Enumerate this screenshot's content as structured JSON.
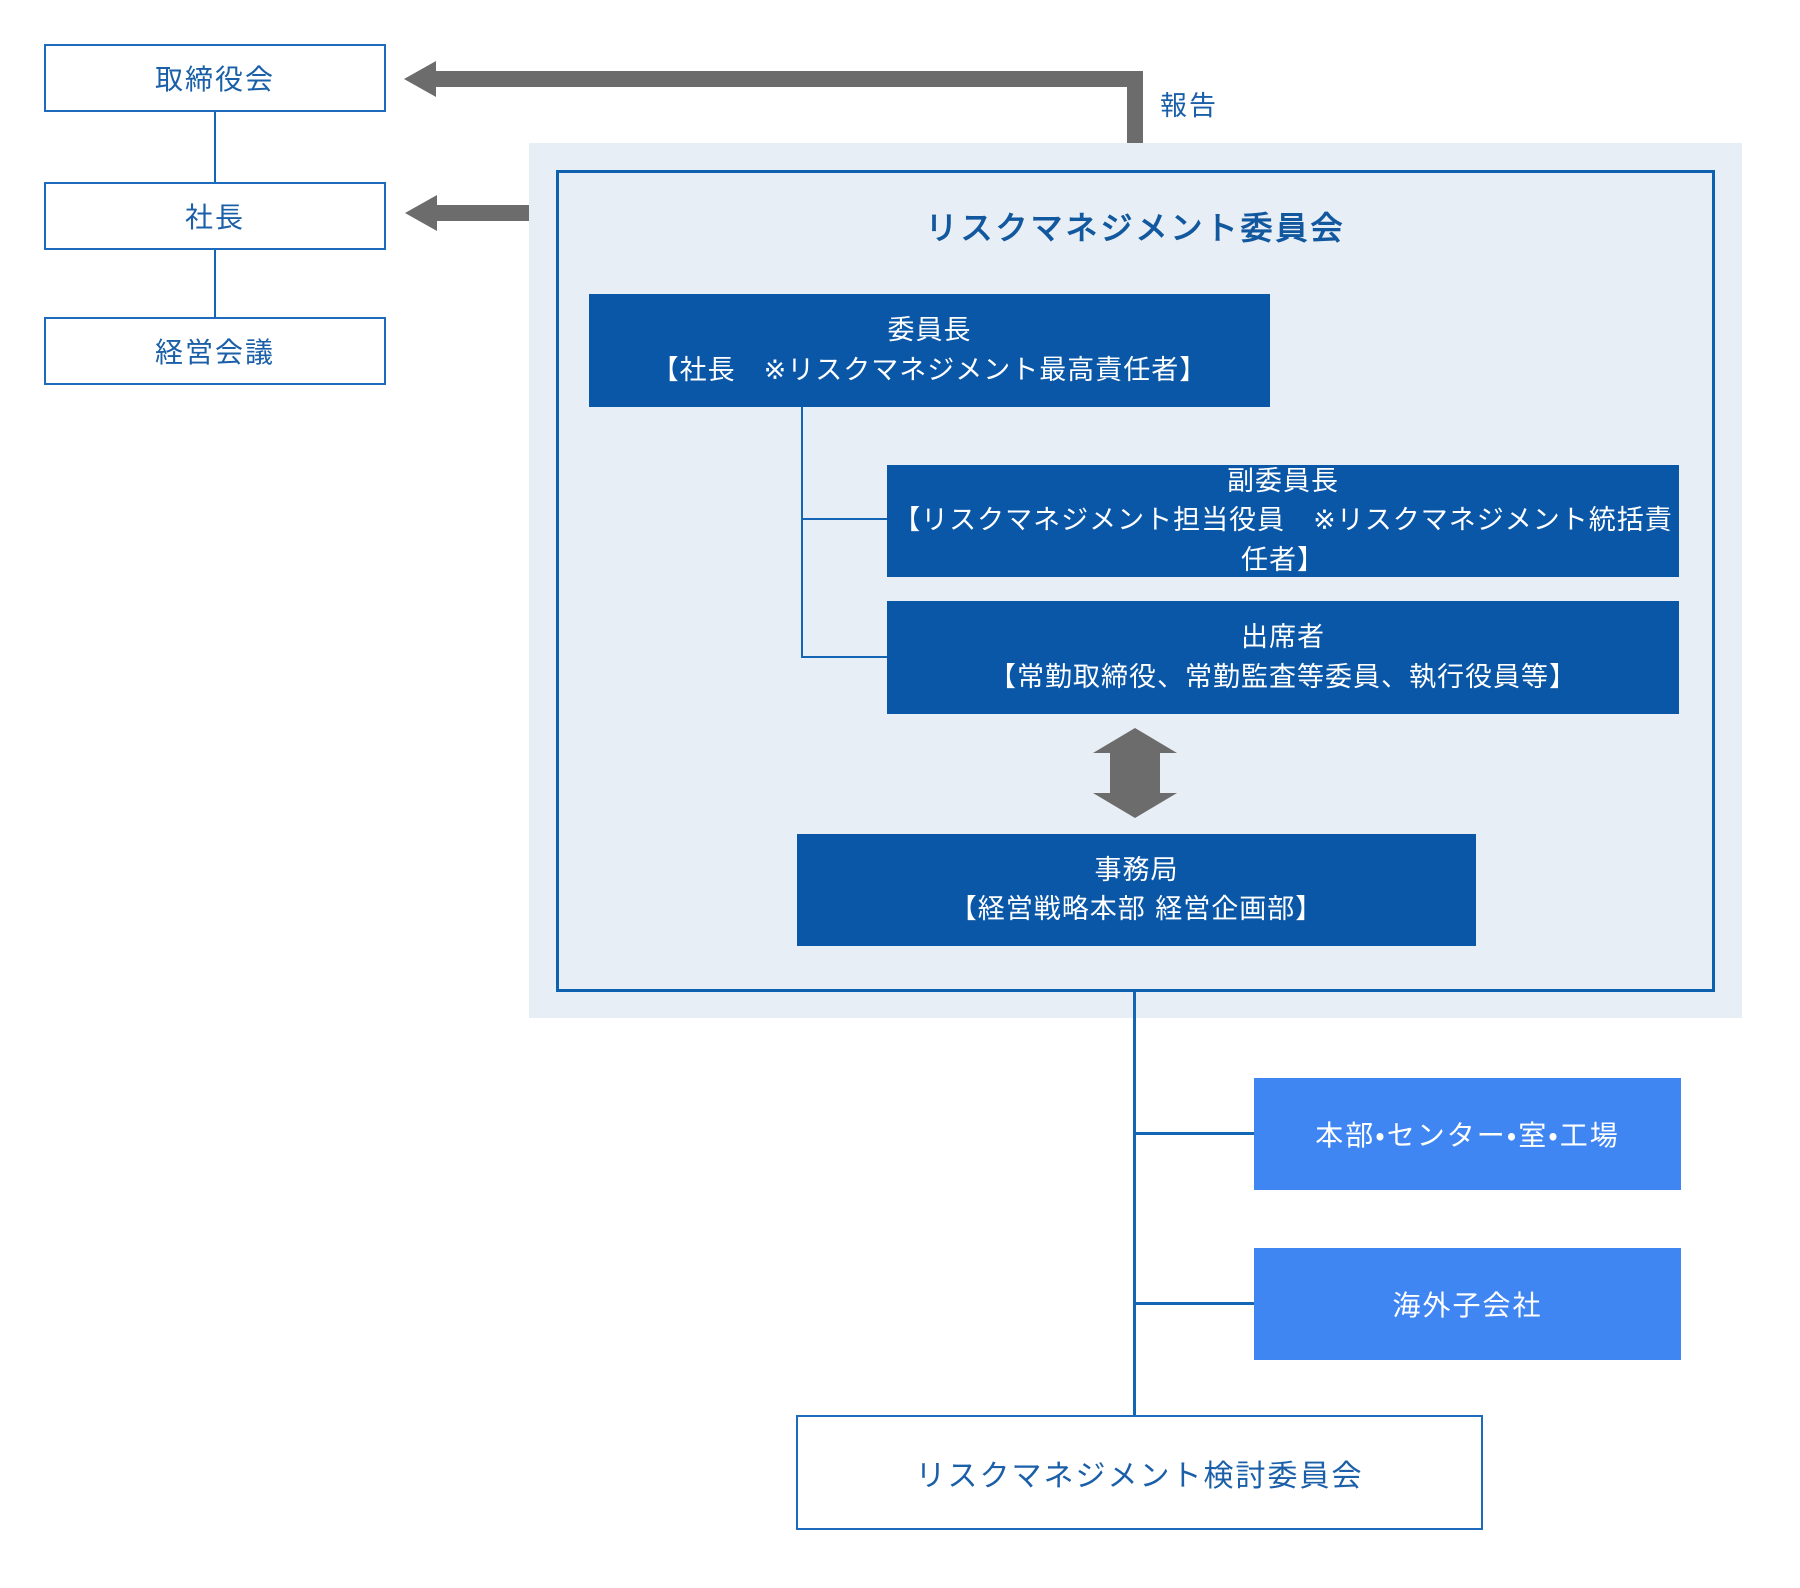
{
  "colors": {
    "panel_background": "#e8eef6",
    "frame_border": "#0e61ae",
    "dark_blue_box": "#0a57a8",
    "bright_blue_box": "#3f86f3",
    "white_box_border": "#1e6bbd",
    "connector_line": "#1565b5",
    "arrow_gray": "#6c6c6c",
    "blue_text": "#1a5fa8"
  },
  "left_chain": {
    "items": [
      {
        "label": "取締役会"
      },
      {
        "label": "社長"
      },
      {
        "label": "経営会議"
      }
    ]
  },
  "report": {
    "label": "報告"
  },
  "committee": {
    "title": "リスクマネジメント委員会",
    "chairman": {
      "title": "委員長",
      "detail": "【社長　※リスクマネジメント最高責任者】"
    },
    "vice_chairman": {
      "title": "副委員長",
      "detail": "【リスクマネジメント担当役員　※リスクマネジメント統括責任者】"
    },
    "attendees": {
      "title": "出席者",
      "detail": "【常勤取締役、常勤監査等委員、執行役員等】"
    },
    "secretariat": {
      "title": "事務局",
      "detail": "【経営戦略本部 経営企画部】"
    }
  },
  "subordinates": {
    "divisions": {
      "label": "本部・センター・室・工場"
    },
    "overseas": {
      "label": "海外子会社"
    }
  },
  "review_committee": {
    "label": "リスクマネジメント検討委員会"
  }
}
